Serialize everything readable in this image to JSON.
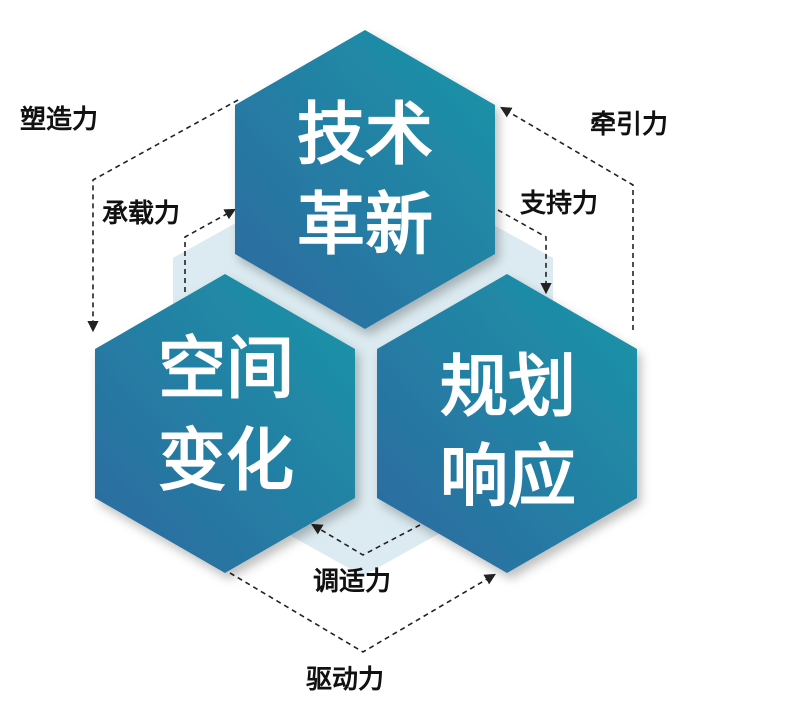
{
  "hexagons": {
    "tech": {
      "line1": "技术",
      "line2": "革新"
    },
    "space": {
      "line1": "空间",
      "line2": "变化"
    },
    "planning": {
      "line1": "规划",
      "line2": "响应"
    }
  },
  "forces": {
    "shaping": "塑造力",
    "traction": "牵引力",
    "bearing": "承载力",
    "support": "支持力",
    "adjusting": "调适力",
    "driving": "驱动力"
  },
  "colors": {
    "hex_gradient_start": "#2f6fa3",
    "hex_gradient_end": "#1b93a7",
    "back_hex": "#dcebf1",
    "arrow": "#222222"
  }
}
